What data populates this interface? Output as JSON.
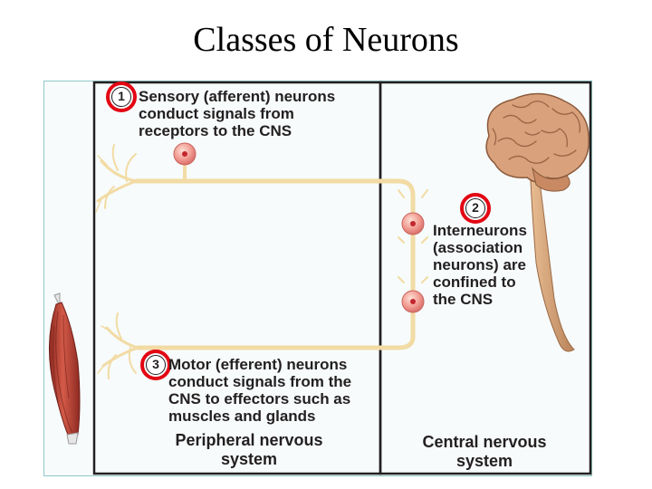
{
  "title": "Classes of Neurons",
  "sensory": {
    "number": "1",
    "text": "Sensory (afferent) neurons\nconduct signals from\nreceptors to the CNS"
  },
  "interneurons": {
    "number": "2",
    "text": "Interneurons\n(association\nneurons) are\nconfined to\nthe CNS"
  },
  "motor": {
    "number": "3",
    "text": "Motor (efferent) neurons\nconduct signals from the\nCNS to effectors such as\nmuscles and glands"
  },
  "regions": {
    "peripheral": "Peripheral nervous\nsystem",
    "central": "Central nervous\nsystem"
  },
  "colors": {
    "highlight_ring": "#e30613",
    "axon": "#f2dba4",
    "cell_body": "#f08a86",
    "nucleus": "#c4262e",
    "brain": "#d9a27d",
    "muscle": "#b23a2e"
  },
  "icons": [
    "brain-icon",
    "muscle-icon"
  ]
}
